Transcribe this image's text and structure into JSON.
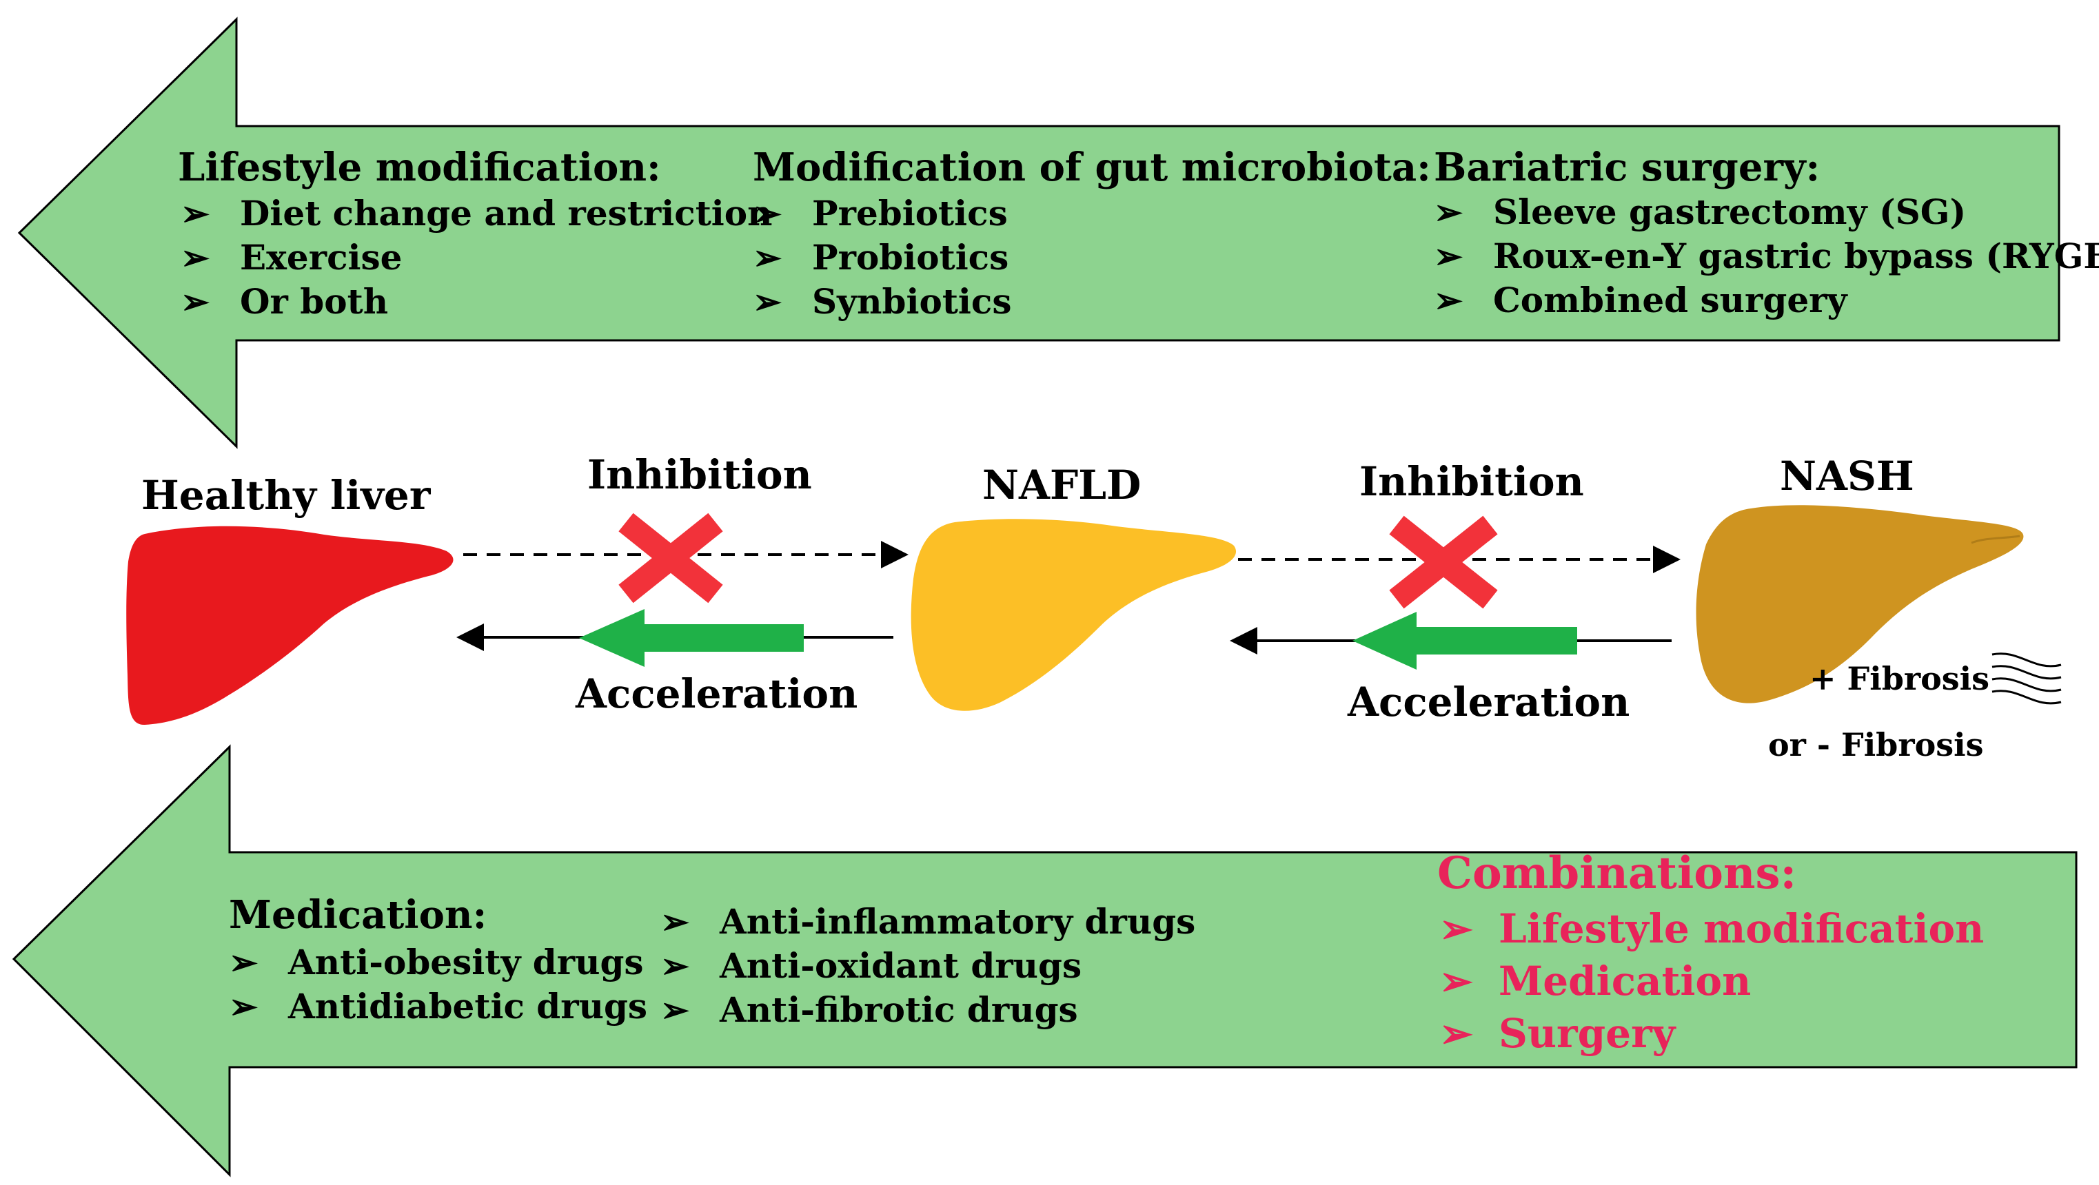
{
  "top_panel": {
    "groups": [
      {
        "heading": "Lifestyle modification:",
        "items": [
          "Diet change and restriction",
          "Exercise",
          "Or both"
        ]
      },
      {
        "heading": "Modification of gut microbiota:",
        "items": [
          "Prebiotics",
          "Probiotics",
          "Synbiotics"
        ]
      },
      {
        "heading": "Bariatric surgery:",
        "items": [
          "Sleeve gastrectomy (SG)",
          "Roux-en-Y gastric bypass (RYGB)",
          "Combined surgery"
        ]
      }
    ]
  },
  "stages": {
    "healthy": "Healthy liver",
    "nafld": "NAFLD",
    "nash": "NASH"
  },
  "transitions": {
    "inhibition_1": "Inhibition",
    "acceleration_1": "Acceleration",
    "inhibition_2": "Inhibition",
    "acceleration_2": "Acceleration"
  },
  "fibrosis": {
    "plus": "+ Fibrosis",
    "minus": "or - Fibrosis"
  },
  "bottom_panel": {
    "medication_heading": "Medication:",
    "medication_items_1": [
      "Anti-obesity drugs",
      "Antidiabetic drugs"
    ],
    "medication_items_2": [
      "Anti-inflammatory drugs",
      "Anti-oxidant drugs",
      "Anti-fibrotic drugs"
    ],
    "combinations_heading": "Combinations:",
    "combinations_items": [
      "Lifestyle modification",
      "Medication",
      "Surgery"
    ]
  },
  "bullet": "➢",
  "colors": {
    "arrow_fill": "#8dd38f",
    "healthy_liver": "#e8191e",
    "nafld_liver": "#fcbf26",
    "nash_liver": "#cf9420",
    "inhibit_x": "#f2323a",
    "acceleration_arrow": "#1fb148",
    "combinations_text": "#e8235a"
  },
  "icons": [
    "cross-icon",
    "arrow-left-icon",
    "dashed-arrow-right-icon",
    "wavy-lines-icon",
    "liver-icon"
  ]
}
